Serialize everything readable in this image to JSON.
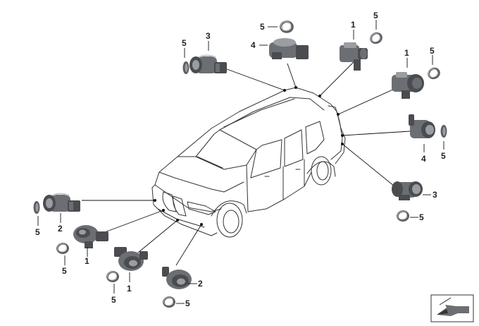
{
  "diagram": {
    "part_numbers": {
      "p_top_center_ring": "5",
      "p_top_center_sensor": "4",
      "p_top_left_sensor": "3",
      "p_top_left_ring": "5",
      "p_top_right_sensor": "1",
      "p_top_right_ring": "5",
      "p_right_upper_sensor": "1",
      "p_right_upper_ring": "5",
      "p_right_mid_sensor": "4",
      "p_right_mid_ring": "5",
      "p_right_low_sensor": "3",
      "p_right_low_ring": "5",
      "p_left_sensor": "2",
      "p_left_ring": "5",
      "p_front1_sensor": "1",
      "p_front1_ring": "5",
      "p_front2_sensor": "1",
      "p_front2_ring": "5",
      "p_front3_sensor": "2",
      "p_front3_ring": "5"
    },
    "icons": {
      "sensor": "parking-sensor-icon",
      "ring": "decoupling-ring-icon",
      "vehicle": "suv-outline-icon",
      "corner": "view-direction-icon"
    }
  }
}
